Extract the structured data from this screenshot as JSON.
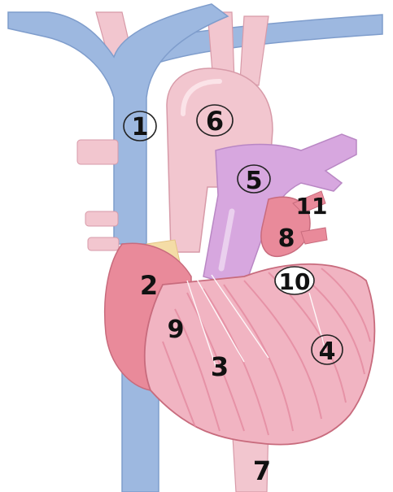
{
  "diagram": {
    "labels": {
      "l1": "1",
      "l2": "2",
      "l3": "3",
      "l4": "4",
      "l5": "5",
      "l6": "6",
      "l7": "7",
      "l8": "8",
      "l9": "9",
      "l10": "10",
      "l11": "11"
    },
    "colors": {
      "vein_blue": "#9db8e0",
      "vein_blue_dark": "#7f9dcc",
      "aorta_pink": "#f2c6cf",
      "pulmonary_violet": "#d7a7df",
      "atrium_pink": "#e98a9a",
      "ventricle_pink": "#f1b4c2",
      "ventricle_stripe": "#e48aa0",
      "fat_yellow": "#f4dca6",
      "ink": "#111111"
    }
  }
}
